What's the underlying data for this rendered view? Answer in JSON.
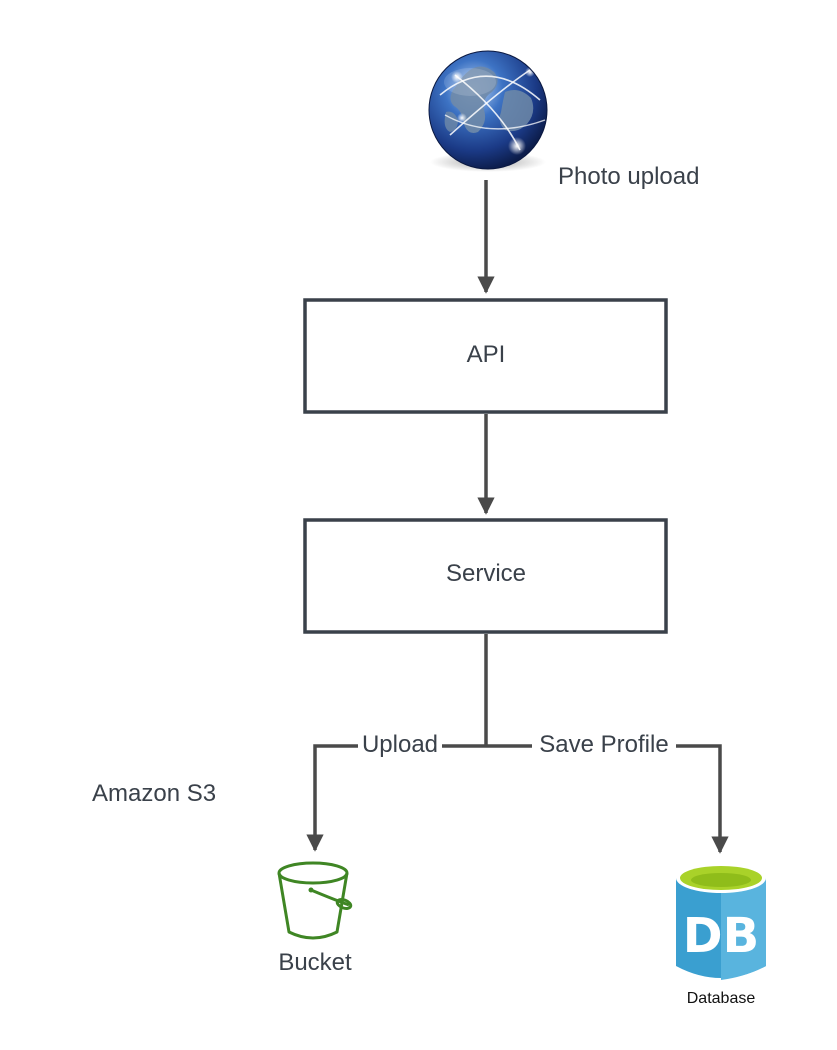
{
  "nodes": {
    "client": {
      "label": "Photo upload"
    },
    "api": {
      "label": "API"
    },
    "service": {
      "label": "Service"
    },
    "storage_group": {
      "label": "Amazon S3"
    },
    "bucket": {
      "label": "Bucket"
    },
    "database": {
      "label": "Database",
      "icon_text": "DB"
    }
  },
  "edges": {
    "upload": {
      "label": "Upload"
    },
    "save_profile": {
      "label": "Save Profile"
    }
  },
  "colors": {
    "line": "#4a4a4a",
    "text": "#3a414a",
    "bucket": "#3f8624",
    "db_body": "#3a9fd0",
    "db_top": "#a9d229"
  }
}
